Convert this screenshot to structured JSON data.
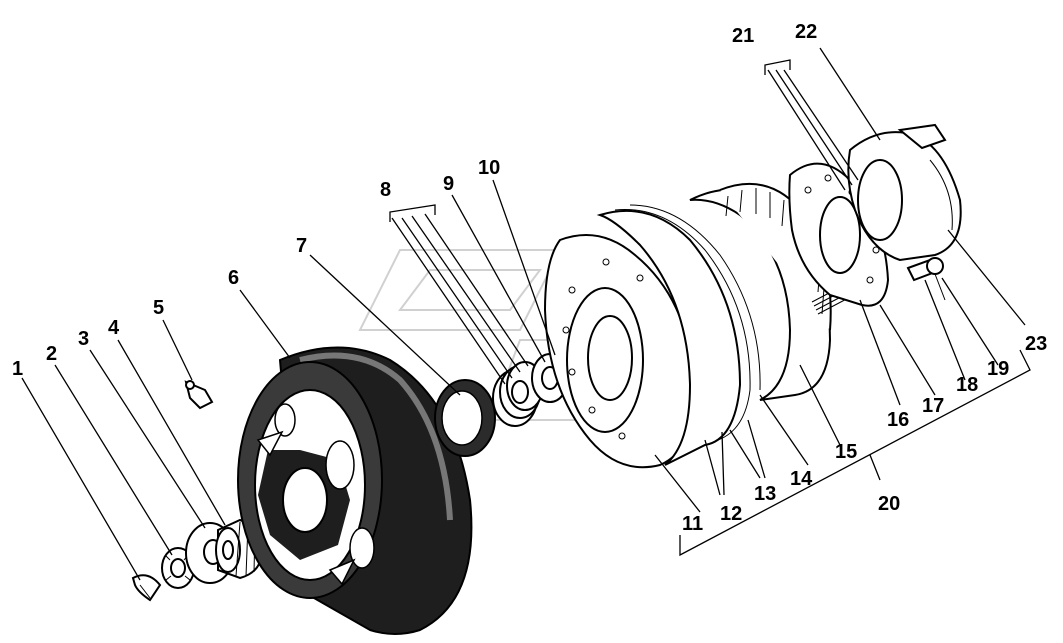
{
  "callouts": [
    "1",
    "2",
    "3",
    "4",
    "5",
    "6",
    "7",
    "8",
    "9",
    "10",
    "11",
    "12",
    "13",
    "14",
    "15",
    "16",
    "17",
    "18",
    "19",
    "20",
    "21",
    "22",
    "23"
  ],
  "colors": {
    "ink": "#000000",
    "background": "#ffffff",
    "drum_shade": "#2b2b2b"
  }
}
